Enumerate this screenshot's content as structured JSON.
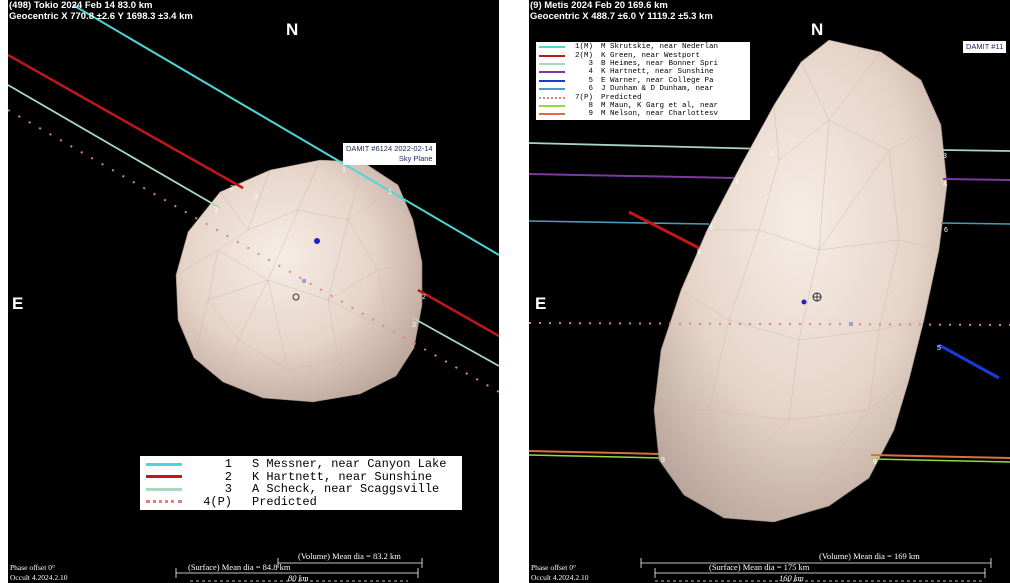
{
  "left": {
    "header": [
      "(498) Tokio  2024 Feb 14   83.0 km",
      "Geocentric  X 770.8 ±2.6  Y 1698.3 ±3.4 km"
    ],
    "north": "N",
    "east": "E",
    "damit": [
      "DAMIT #6124 2022-02-14",
      "Sky Plane"
    ],
    "footer": [
      "Phase offset 0°",
      "Occult 4.2024.2.10"
    ],
    "volume_label": "(Volume) Mean dia = 83.2 km",
    "surface_label": "(Surface) Mean dia = 84.8 km",
    "scale_label": "80 km",
    "chord_markers": [
      "1",
      "2",
      "2",
      "3",
      "1",
      "2",
      "3"
    ],
    "legend": [
      {
        "num": "1",
        "text": "S Messner, near Canyon Lake",
        "color": "#4fd6d6"
      },
      {
        "num": "2",
        "text": "K Hartnett, near Sunshine",
        "color": "#c01818"
      },
      {
        "num": "3",
        "text": "A Scheck, near Scaggsville",
        "color": "#a8d8c0"
      },
      {
        "num": "4(P)",
        "text": "Predicted",
        "color": "#e08080"
      }
    ]
  },
  "right": {
    "header": [
      "(9) Metis  2024 Feb 20   169.6 km",
      "Geocentric  X 488.7 ±6.0  Y 1119.2 ±5.3 km"
    ],
    "north": "N",
    "east": "E",
    "damit": "DAMIT #11",
    "footer": [
      "Phase offset 0°",
      "Occult 4.2024.2.10"
    ],
    "volume_label": "(Volume) Mean dia = 169 km",
    "surface_label": "(Surface) Mean dia = 175 km",
    "scale_label": "160 km",
    "chord_markers": [
      "3",
      "4",
      "6",
      "8",
      "9",
      "3",
      "4",
      "6",
      "9",
      "5"
    ],
    "legend": [
      {
        "num": "1(M)",
        "text": "M Skrutskie, near Nederlan",
        "color": "#4fd6d6"
      },
      {
        "num": "2(M)",
        "text": "K Green, near Westport",
        "color": "#c01818"
      },
      {
        "num": "3",
        "text": "B Heimes, near Bonner Spri",
        "color": "#a8d8c0"
      },
      {
        "num": "4",
        "text": "K Hartnett, near Sunshine",
        "color": "#7a3aa0"
      },
      {
        "num": "5",
        "text": "E Warner, near College Pa",
        "color": "#1a3ad8"
      },
      {
        "num": "6",
        "text": "J Dunham & D Dunham, near",
        "color": "#4a9cbc"
      },
      {
        "num": "7(P)",
        "text": "Predicted",
        "color": "#e08080"
      },
      {
        "num": "8",
        "text": "M Maun, K Garg et al, near",
        "color": "#9ad83a"
      },
      {
        "num": "9",
        "text": "M Nelson, near Charlottesv",
        "color": "#d87040"
      }
    ]
  }
}
